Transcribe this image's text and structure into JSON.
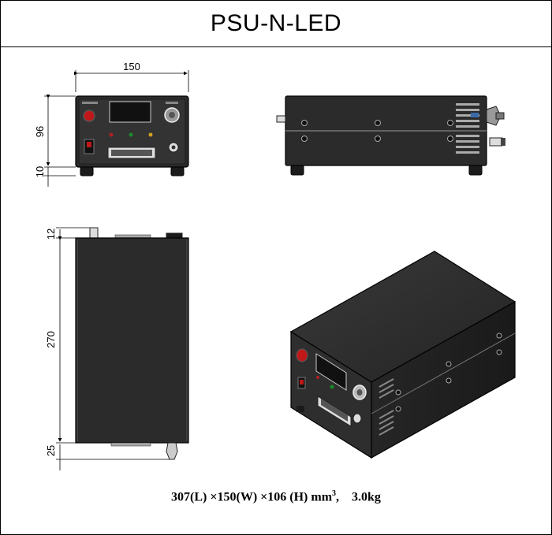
{
  "title": "PSU-N-LED",
  "dimensions": {
    "front_width": "150",
    "front_height": "96",
    "front_feet": "10",
    "top_connector": "12",
    "top_length": "270",
    "top_rear": "25"
  },
  "caption": {
    "size_prefix": "307(L) ×150(W) ×106 (H) mm",
    "size_exponent": "3",
    "separator": ",",
    "weight": "3.0kg"
  },
  "colors": {
    "line": "#000000",
    "housing": "#2b2b2b",
    "panel": "#1e1e1e",
    "red_button": "#c01818",
    "led_green": "#1a8a2a",
    "led_red": "#b02020",
    "metal": "#bdbdbd"
  }
}
